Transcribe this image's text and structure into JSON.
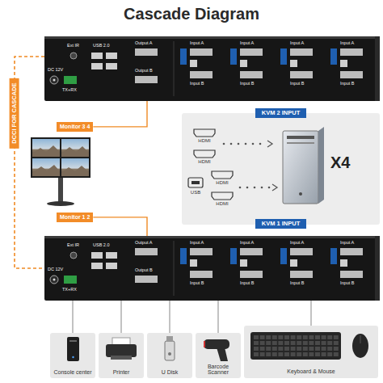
{
  "diagram": {
    "title": "Cascade Diagram",
    "nodes": [
      {
        "text": [
          "Ext IR",
          "DC 12V",
          "TX+RX",
          "USB 2.0",
          "Output A",
          "Output B",
          "Input A",
          "Input B",
          "Input A",
          "Input B",
          "Input A",
          "Input B",
          "Input A",
          "Input B"
        ]
      },
      {
        "text": [
          "KVM 2 INPUT",
          "HDMI",
          "HDMI",
          "USB",
          "HDMI",
          "HDMI",
          "X4",
          "KVM 1 INPUT"
        ]
      },
      {
        "text": [
          "Monitor 3 4"
        ]
      },
      {
        "text": [
          "Monitor 1 2"
        ]
      },
      {
        "text": [
          "Ext IR",
          "DC 12V",
          "TX+RX",
          "USB 2.0",
          "Output A",
          "Output B",
          "Input A",
          "Input B",
          "Input A",
          "Input B",
          "Input A",
          "Input B",
          "Input A",
          "Input B"
        ]
      },
      {
        "text": [
          "Console center"
        ]
      },
      {
        "text": [
          "Printer"
        ]
      },
      {
        "text": [
          "U Disk"
        ]
      },
      {
        "text": [
          "Barcode Scanner"
        ]
      },
      {
        "text": [
          "Keyboard & Mouse"
        ]
      }
    ],
    "edges": [
      {
        "from": 0,
        "to": 4,
        "label": "DCCI FOR CASCADE",
        "arrow": "none"
      },
      {
        "from": 0,
        "to": 2,
        "arrow": "none"
      },
      {
        "from": 4,
        "to": 3,
        "arrow": "none"
      },
      {
        "from": 4,
        "to": 5,
        "arrow": "none"
      },
      {
        "from": 4,
        "to": 6,
        "arrow": "none"
      },
      {
        "from": 4,
        "to": 7,
        "arrow": "none"
      },
      {
        "from": 4,
        "to": 8,
        "arrow": "none"
      },
      {
        "from": 4,
        "to": 9,
        "arrow": "none"
      }
    ]
  }
}
